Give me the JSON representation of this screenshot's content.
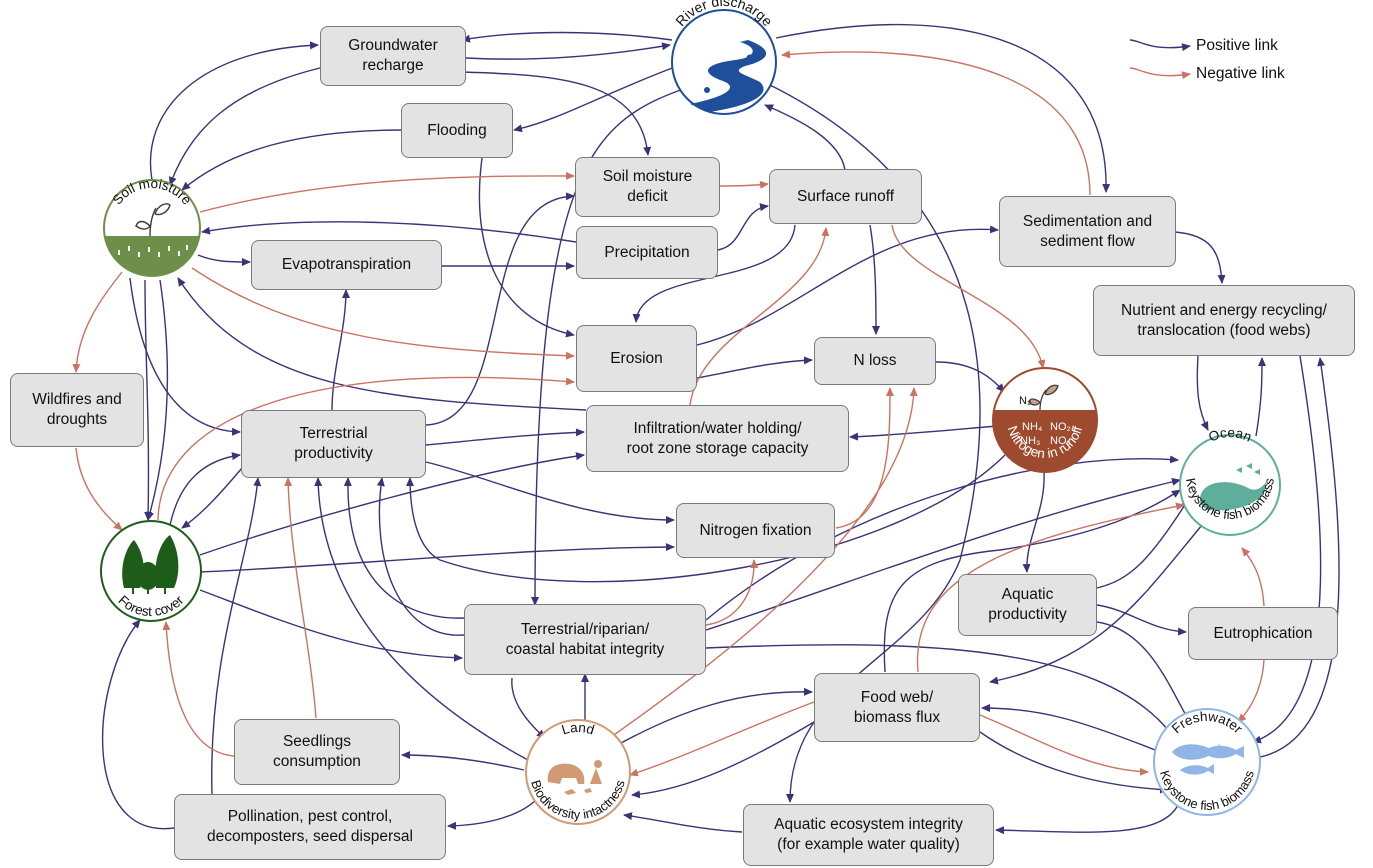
{
  "boxes": {
    "groundwater": "Groundwater\nrecharge",
    "flooding": "Flooding",
    "soil_moisture_deficit": "Soil moisture\ndeficit",
    "surface_runoff": "Surface runoff",
    "precipitation": "Precipitation",
    "evapotranspiration": "Evapotranspiration",
    "sedimentation": "Sedimentation and\nsediment flow",
    "nutrient": "Nutrient and energy recycling/\ntranslocation (food webs)",
    "erosion": "Erosion",
    "n_loss": "N loss",
    "wildfires": "Wildfires and\ndroughts",
    "terrestrial_productivity": "Terrestrial\nproductivity",
    "infiltration": "Infiltration/water holding/\nroot zone storage capacity",
    "nitrogen_fixation": "Nitrogen fixation",
    "aquatic_productivity": "Aquatic\nproductivity",
    "eutrophication": "Eutrophication",
    "habitat_integrity": "Terrestrial/riparian/\ncoastal habitat integrity",
    "food_web": "Food web/\nbiomass flux",
    "seedlings": "Seedlings\nconsumption",
    "pollination": "Pollination, pest control,\ndecomposters, seed dispersal",
    "aquatic_ecosystem": "Aquatic ecosystem integrity\n(for example water quality)"
  },
  "circles": {
    "river_discharge": "River discharge",
    "soil_moisture": "Soil moisture",
    "nitrogen_runoff": "Nitrogen in runoff",
    "nitrogen_n2": "N₂",
    "nitrogen_nh4": "NH₄",
    "nitrogen_nh3": "NH₃",
    "nitrogen_no2": "NO₂",
    "nitrogen_no3": "NO₃",
    "ocean_top": "Ocean",
    "ocean_bottom": "Keystone fish biomass",
    "forest_cover": "Forest cover",
    "land_top": "Land",
    "land_bottom": "Biodiversity intactness",
    "freshwater_top": "Freshwater",
    "freshwater_bottom": "Keystone fish biomass"
  },
  "legend": {
    "positive": "Positive link",
    "negative": "Negative link"
  },
  "colors": {
    "positive": "#3b3277",
    "negative": "#c97462",
    "box_fill": "#e3e3e3",
    "river": "#1f4e9a",
    "soil": "#6e8f4a",
    "nitrogen": "#9e4a2e",
    "ocean": "#5fae9c",
    "forest": "#1e5c1a",
    "land": "#d29a72",
    "freshwater": "#8fb6e6"
  }
}
